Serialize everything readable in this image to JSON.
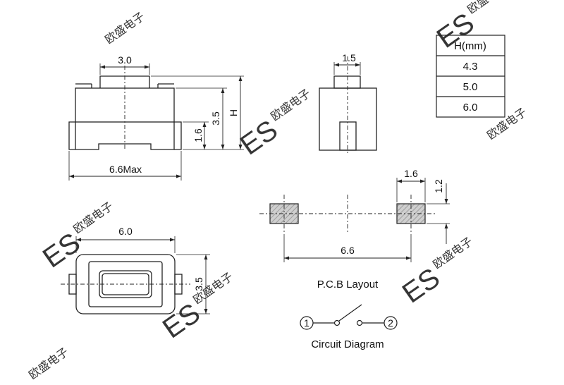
{
  "side_view": {
    "top_width": "3.0",
    "total_height_dim": "3.5",
    "height_label": "H",
    "base_height": "1.6",
    "overall_width": "6.6Max"
  },
  "end_view": {
    "actuator_width": "1.5"
  },
  "top_view": {
    "body_length": "6.0",
    "body_width": "3.5"
  },
  "pcb_layout": {
    "pad_length": "1.6",
    "pad_width": "1.2",
    "pad_pitch": "6.6",
    "caption": "P.C.B Layout"
  },
  "circuit": {
    "terminal_1": "1",
    "terminal_2": "2",
    "caption": "Circuit Diagram"
  },
  "height_table": {
    "header": "H(mm)",
    "rows": [
      "4.3",
      "5.0",
      "6.0"
    ]
  },
  "watermark": {
    "mark": "ES",
    "chinese": "欧盛电子"
  }
}
